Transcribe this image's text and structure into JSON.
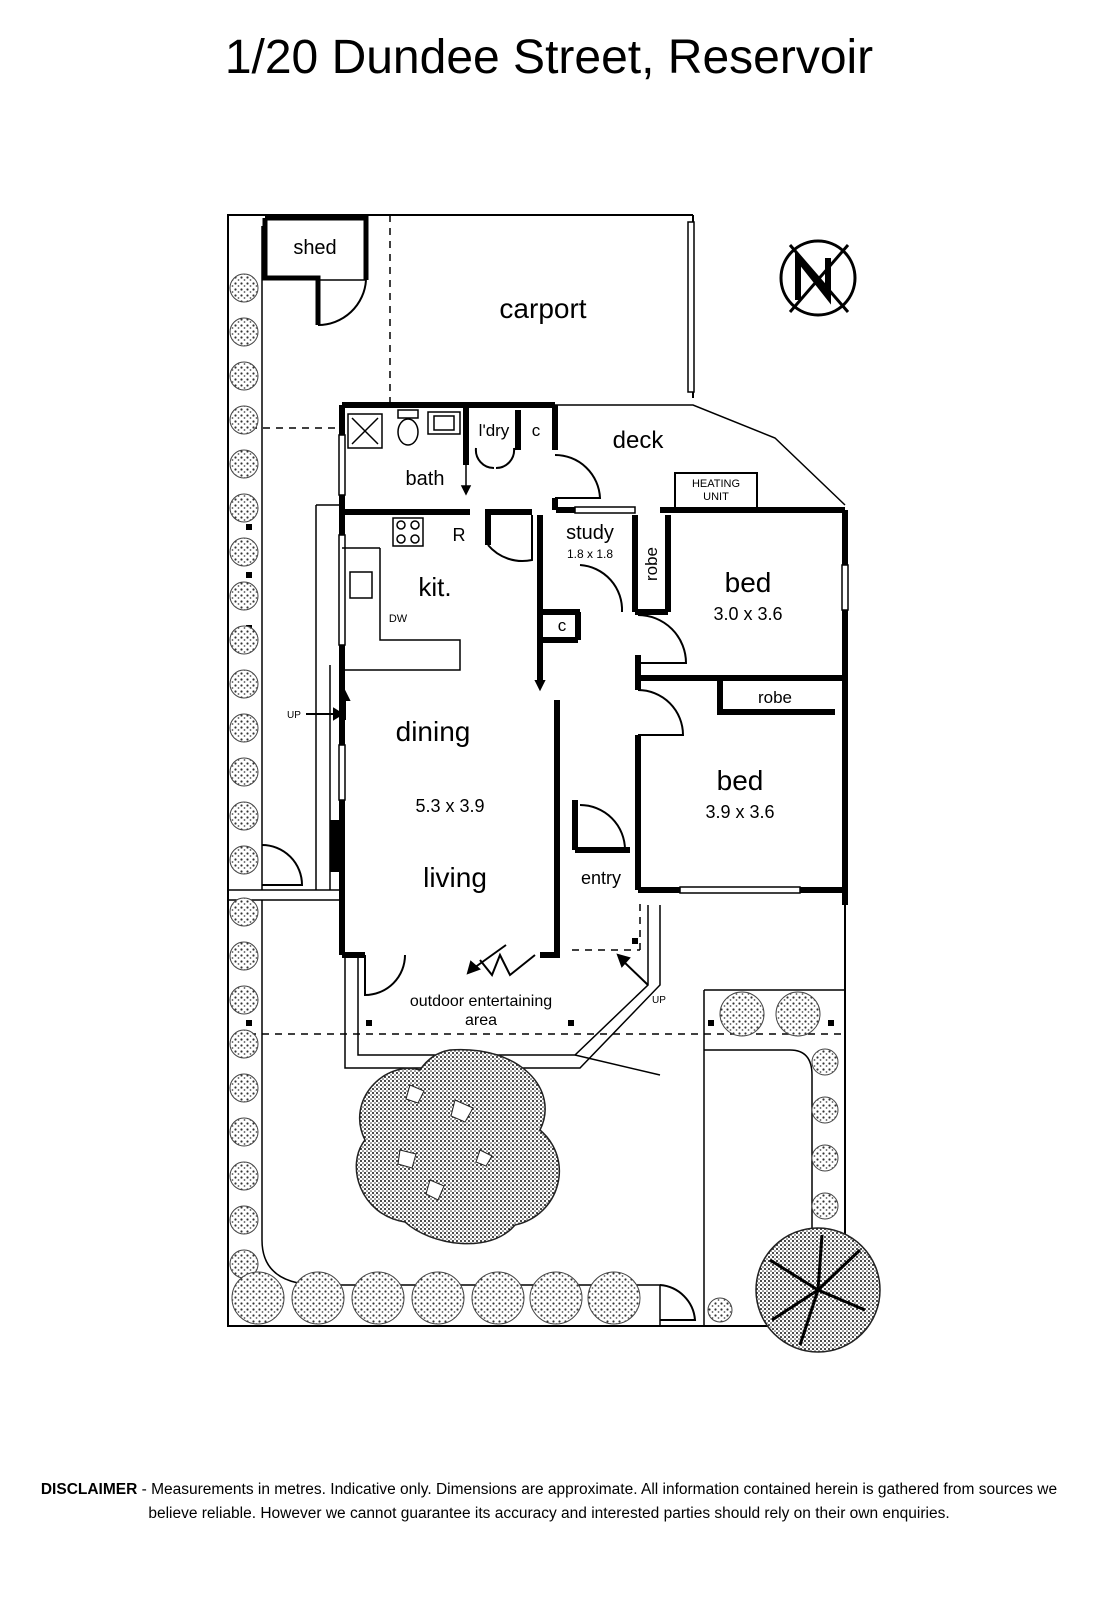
{
  "title": "1/20 Dundee Street, Reservoir",
  "rooms": {
    "shed": "shed",
    "carport": "carport",
    "laundry": "l'dry",
    "cupboard1": "c",
    "cupboard2": "c",
    "deck": "deck",
    "bath": "bath",
    "heating_line1": "HEATING",
    "heating_line2": "UNIT",
    "study": "study",
    "study_dim": "1.8 x 1.8",
    "fridge": "R",
    "kitchen": "kit.",
    "dishwasher": "DW",
    "robe1": "robe",
    "bed1": "bed",
    "bed1_dim": "3.0 x 3.6",
    "robe2": "robe",
    "bed2": "bed",
    "bed2_dim": "3.9 x 3.6",
    "dining": "dining",
    "living_dim": "5.3 x 3.9",
    "living": "living",
    "entry": "entry",
    "outdoor_line1": "outdoor entertaining",
    "outdoor_line2": "area",
    "up_left": "UP",
    "up_right": "UP"
  },
  "disclaimer": {
    "label": "DISCLAIMER",
    "text": " - Measurements in metres. Indicative only. Dimensions are approximate. All information contained herein is gathered from sources we believe reliable. However we cannot guarantee its accuracy and interested parties should rely on their own enquiries."
  },
  "colors": {
    "line": "#000000",
    "shrub": "#9a9a9a",
    "background": "#ffffff"
  }
}
